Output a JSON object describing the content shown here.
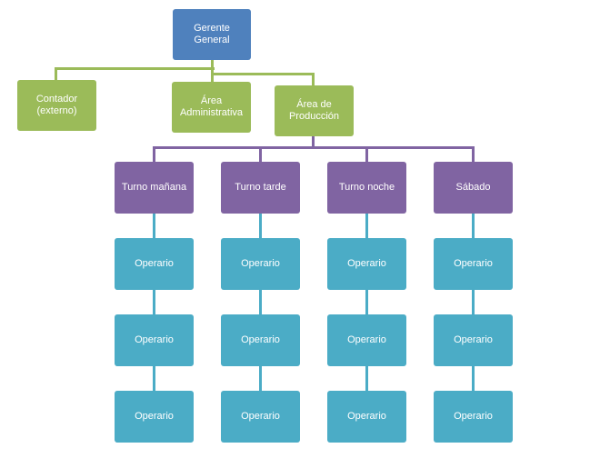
{
  "org_chart": {
    "root": {
      "label": "Gerente General"
    },
    "level2": [
      {
        "label": "Contador (externo)"
      },
      {
        "label": "Área Administrativa"
      },
      {
        "label": "Área de Producción"
      }
    ],
    "shifts": [
      {
        "label": "Turno mañana",
        "workers": [
          "Operario",
          "Operario",
          "Operario"
        ]
      },
      {
        "label": "Turno tarde",
        "workers": [
          "Operario",
          "Operario",
          "Operario"
        ]
      },
      {
        "label": "Turno noche",
        "workers": [
          "Operario",
          "Operario",
          "Operario"
        ]
      },
      {
        "label": "Sábado",
        "workers": [
          "Operario",
          "Operario",
          "Operario"
        ]
      }
    ]
  },
  "colors": {
    "root": "#4f81bd",
    "level2": "#9bbb59",
    "shift": "#8064a2",
    "worker": "#4bacc6"
  }
}
